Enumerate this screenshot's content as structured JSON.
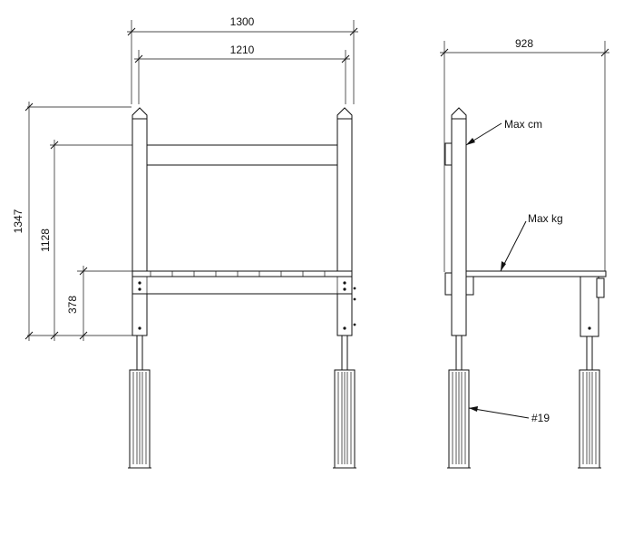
{
  "front_view": {
    "dimensions": {
      "overall_width": "1300",
      "inner_width": "1210",
      "overall_height": "1347",
      "beam_height": "1128",
      "deck_height": "378"
    }
  },
  "side_view": {
    "dimensions": {
      "depth": "928"
    },
    "callouts": {
      "max_height": "Max cm",
      "max_load": "Max kg",
      "part_number": "#19"
    }
  }
}
